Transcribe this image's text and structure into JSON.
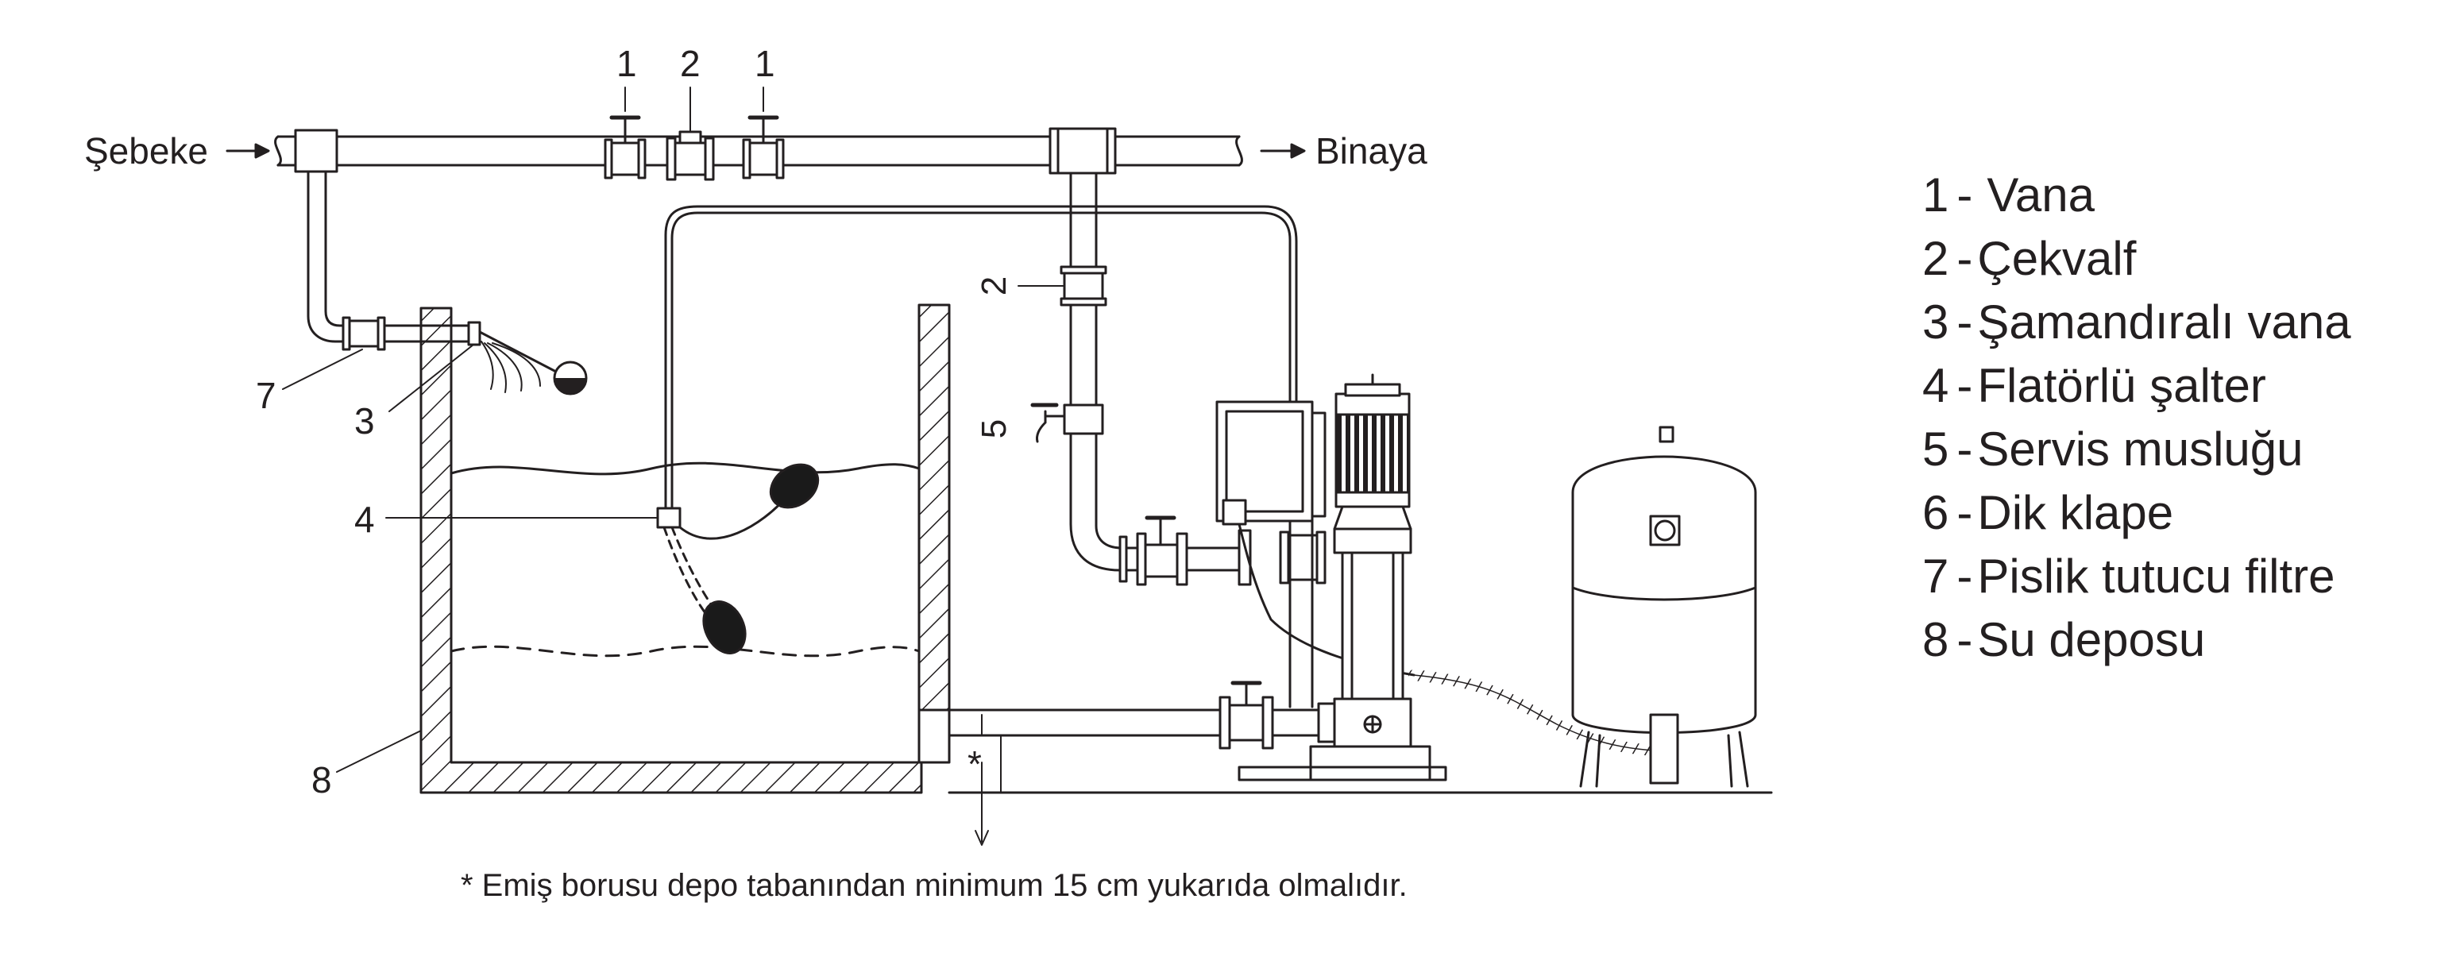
{
  "flow": {
    "inlet_label": "Şebeke",
    "outlet_label": "Binaya",
    "arrow_char": "→"
  },
  "callouts": {
    "valve_left": "1",
    "check_valve_top": "2",
    "valve_right": "1",
    "check_valve_side": "2",
    "service_tap": "5",
    "strainer": "7",
    "float_valve": "3",
    "float_switch": "4",
    "tank": "8",
    "clearance": "*"
  },
  "legend": [
    {
      "num": "1",
      "sep": "-",
      "text": "Vana"
    },
    {
      "num": "2",
      "sep": "-",
      "text": "Çekvalf"
    },
    {
      "num": "3",
      "sep": "-",
      "text": "Şamandıralı vana"
    },
    {
      "num": "4",
      "sep": "-",
      "text": "Flatörlü şalter"
    },
    {
      "num": "5",
      "sep": "-",
      "text": "Servis musluğu"
    },
    {
      "num": "6",
      "sep": "-",
      "text": "Dik klape"
    },
    {
      "num": "7",
      "sep": "-",
      "text": "Pislik tutucu filtre"
    },
    {
      "num": "8",
      "sep": "-",
      "text": "Su deposu"
    }
  ],
  "footnote": "* Emiş borusu depo tabanından minimum 15 cm yukarıda olmalıdır.",
  "colors": {
    "line": "#231f20",
    "float_ball": "#1a1a1a",
    "background": "#ffffff"
  }
}
